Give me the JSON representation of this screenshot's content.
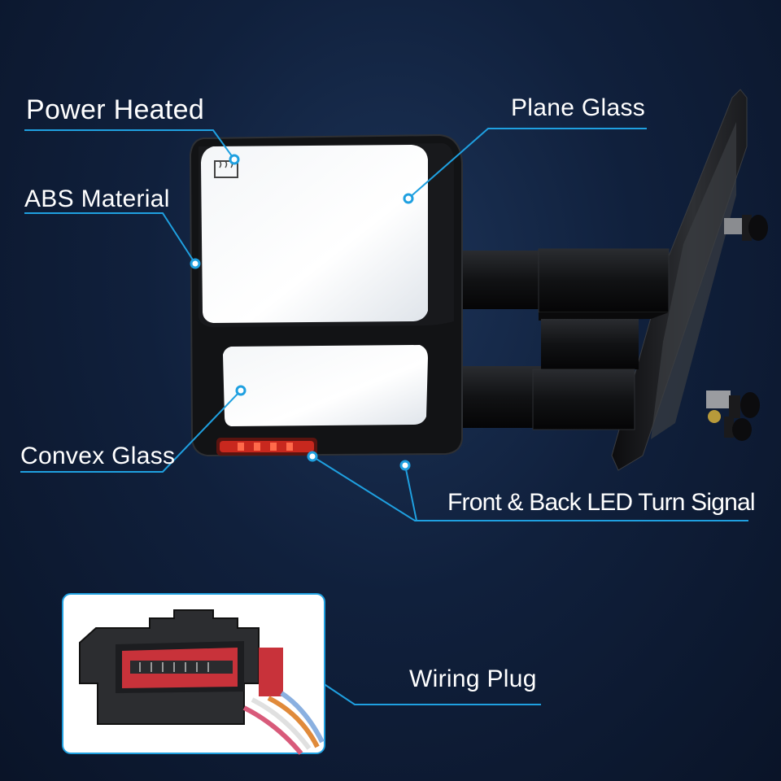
{
  "labels": {
    "power_heated": "Power Heated",
    "abs_material": "ABS Material",
    "plane_glass": "Plane Glass",
    "convex_glass": "Convex Glass",
    "led_signal": "Front & Back LED Turn Signal",
    "wiring_plug": "Wiring Plug"
  },
  "colors": {
    "background": "#10203c",
    "callout_line": "#1fa0e0",
    "text": "#ffffff",
    "led": "#c8281e",
    "plug_red": "#c8323a"
  },
  "icons": [
    "defrost-icon"
  ]
}
